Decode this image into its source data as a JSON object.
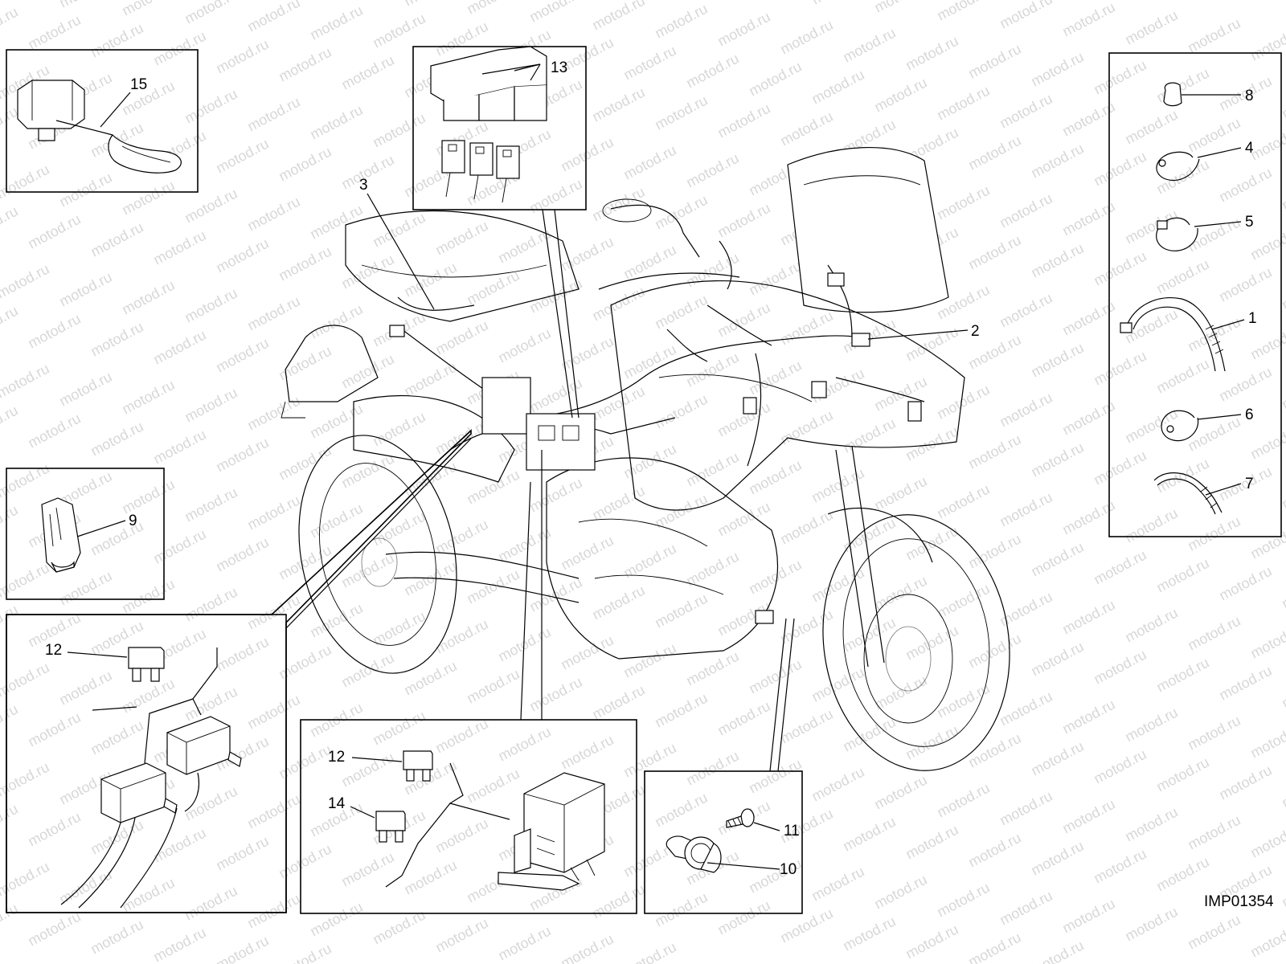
{
  "drawing_code": "IMP01354",
  "watermark": "motod.ru",
  "callouts": {
    "c1": "1",
    "c2": "2",
    "c3": "3",
    "c4": "4",
    "c5": "5",
    "c6": "6",
    "c7": "7",
    "c8": "8",
    "c9": "9",
    "c10": "10",
    "c11": "11",
    "c12a": "12",
    "c12b": "12",
    "c13": "13",
    "c14": "14",
    "c15": "15"
  },
  "colors": {
    "line": "#000000",
    "background": "#ffffff",
    "watermark": "#b8b8b8"
  }
}
